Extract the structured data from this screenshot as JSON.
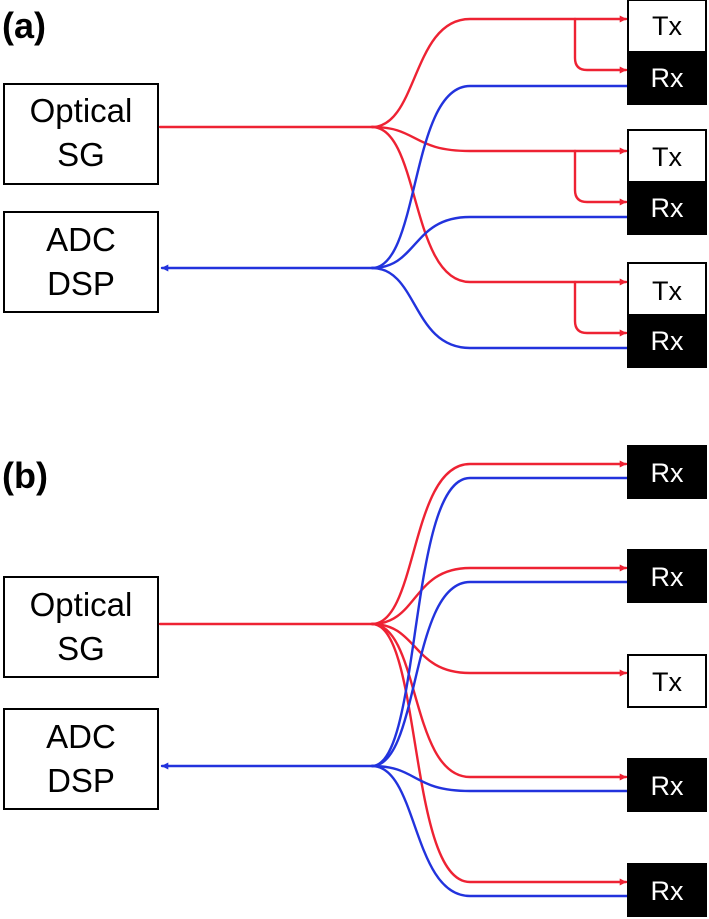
{
  "colors": {
    "tx_path": "#ee2233",
    "rx_path": "#2233dd",
    "box_stroke": "#000000",
    "port_dark": "#000000",
    "port_light": "#ffffff"
  },
  "panel_a": {
    "label": "(a)",
    "source_box": {
      "line1": "Optical",
      "line2": "SG"
    },
    "dsp_box": {
      "line1": "ADC",
      "line2": "DSP"
    },
    "ports": [
      {
        "label": "Tx"
      },
      {
        "label": "Rx"
      },
      {
        "label": "Tx"
      },
      {
        "label": "Rx"
      },
      {
        "label": "Tx"
      },
      {
        "label": "Rx"
      }
    ]
  },
  "panel_b": {
    "label": "(b)",
    "source_box": {
      "line1": "Optical",
      "line2": "SG"
    },
    "dsp_box": {
      "line1": "ADC",
      "line2": "DSP"
    },
    "ports": [
      {
        "label": "Rx"
      },
      {
        "label": "Rx"
      },
      {
        "label": "Tx"
      },
      {
        "label": "Rx"
      },
      {
        "label": "Rx"
      }
    ]
  }
}
